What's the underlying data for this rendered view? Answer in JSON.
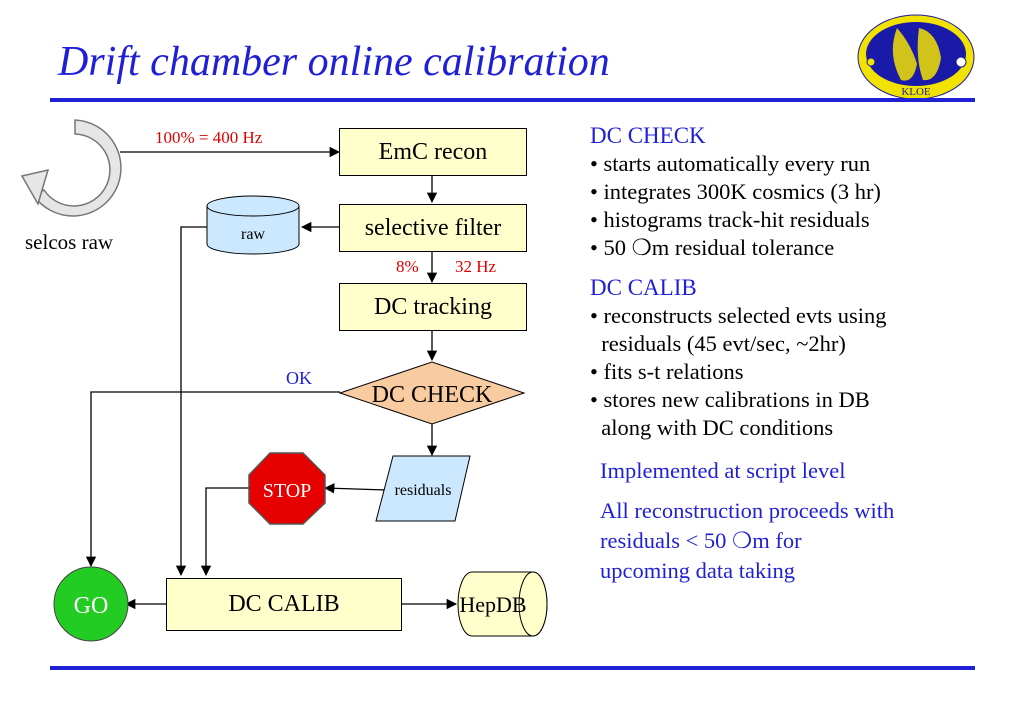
{
  "title": "Drift chamber online calibration",
  "source": {
    "label": "selcos raw",
    "rate": "100% = 400 Hz"
  },
  "boxes": {
    "emc": "EmC recon",
    "filter": "selective filter",
    "tracking": "DC tracking",
    "check": "DC CHECK",
    "calib": "DC CALIB"
  },
  "storage": {
    "raw": "raw",
    "hepdb": "HepDB",
    "residuals": "residuals"
  },
  "filter_rates": {
    "percent": "8%",
    "hz": "32 Hz"
  },
  "signals": {
    "ok": "OK",
    "stop": "STOP",
    "go": "GO"
  },
  "panel": {
    "check_heading": "DC CHECK",
    "check_items": [
      "• starts automatically every run",
      "• integrates 300K cosmics (3 hr)",
      "• histograms track-hit residuals",
      "• 50 ❍m residual tolerance"
    ],
    "calib_heading": "DC CALIB",
    "calib_items": [
      "• reconstructs selected evts using",
      "  residuals (45 evt/sec, ~2hr)",
      "• fits s-t relations",
      "• stores new calibrations in DB",
      "  along with DC conditions"
    ],
    "note1": "Implemented at script level",
    "note2_lines": [
      "All reconstruction proceeds with",
      "residuals < 50 ❍m for",
      "upcoming data taking"
    ]
  },
  "logo": {
    "text": "KLOE",
    "colors": {
      "outer": "#f2e200",
      "inner": "#1a1aa8"
    }
  },
  "colors": {
    "accent": "#1f1fd6",
    "box_fill": "#ffffcc",
    "check_fill": "#f8cba0",
    "cylinder_fill": "#cce8ff",
    "stop_fill": "#e60000",
    "go_fill": "#22cc22",
    "rate_text": "#e00000"
  }
}
